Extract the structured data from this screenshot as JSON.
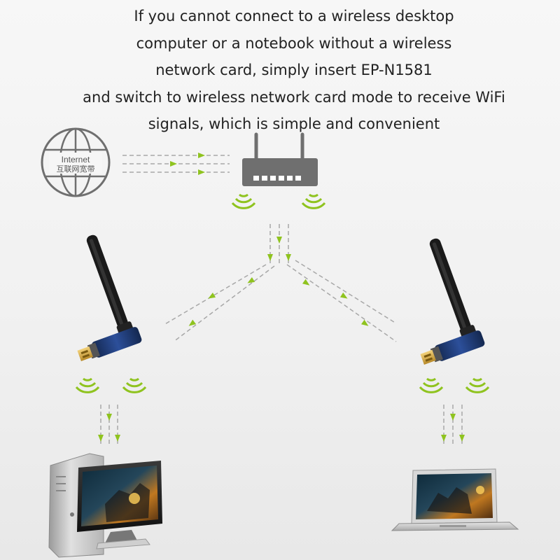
{
  "caption": {
    "lines": [
      "If you cannot connect to a wireless desktop",
      "computer or a notebook without a wireless",
      "network card, simply insert EP-N1581",
      "and switch to wireless network card mode to receive WiFi",
      "signals, which is simple and convenient"
    ]
  },
  "internet_globe": {
    "label_en": "Internet",
    "label_cn": "互联网宽带"
  },
  "colors": {
    "accent_green": "#8fc31f",
    "dash_gray": "#a8a8a8",
    "icon_gray": "#6f6f6f",
    "caption_text": "#222222"
  },
  "icons": [
    "globe-icon",
    "router-icon",
    "wifi-signal-icon",
    "usb-adapter-icon",
    "desktop-computer-icon",
    "laptop-icon"
  ]
}
